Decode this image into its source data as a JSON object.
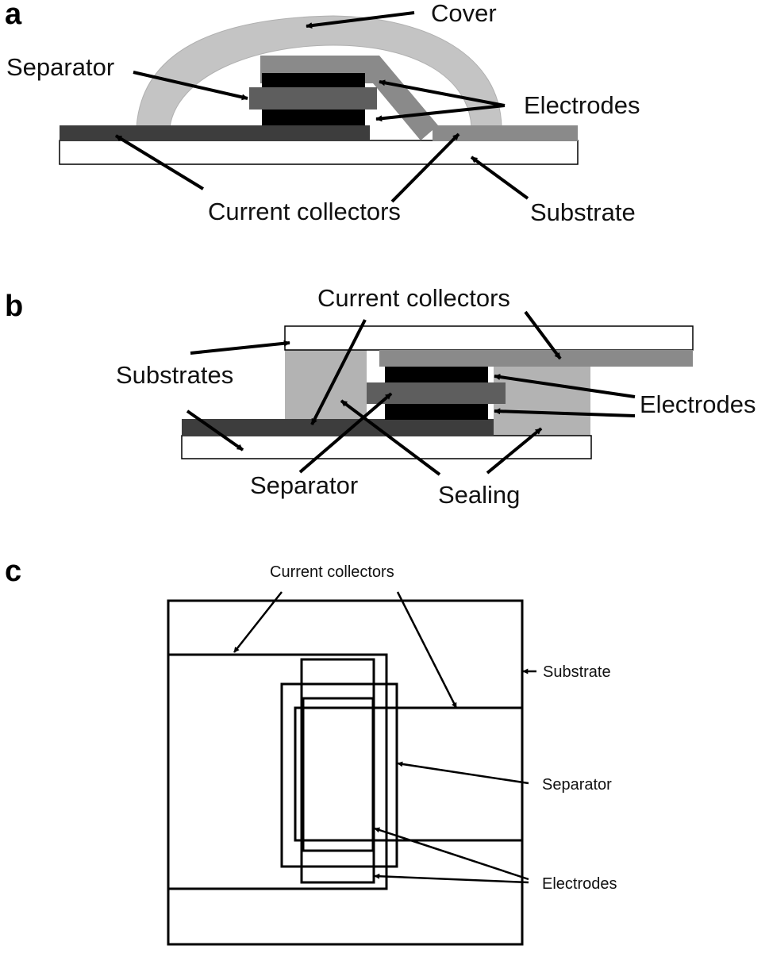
{
  "colors": {
    "cover": "#c4c4c4",
    "sealing": "#b3b3b3",
    "collector_dark": "#3d3d3d",
    "collector_gray": "#8a8a8a",
    "separator": "#5e5e5e",
    "electrode": "#000000",
    "substrate": "#ffffff",
    "line": "#000000"
  },
  "panel_a": {
    "letter": "a",
    "labels": {
      "cover": "Cover",
      "separator": "Separator",
      "electrodes": "Electrodes",
      "current_collectors": "Current collectors",
      "substrate": "Substrate"
    }
  },
  "panel_b": {
    "letter": "b",
    "labels": {
      "current_collectors": "Current collectors",
      "substrates": "Substrates",
      "electrodes": "Electrodes",
      "separator": "Separator",
      "sealing": "Sealing"
    }
  },
  "panel_c": {
    "letter": "c",
    "labels": {
      "current_collectors": "Current collectors",
      "substrate": "Substrate",
      "separator": "Separator",
      "electrodes": "Electrodes"
    }
  }
}
